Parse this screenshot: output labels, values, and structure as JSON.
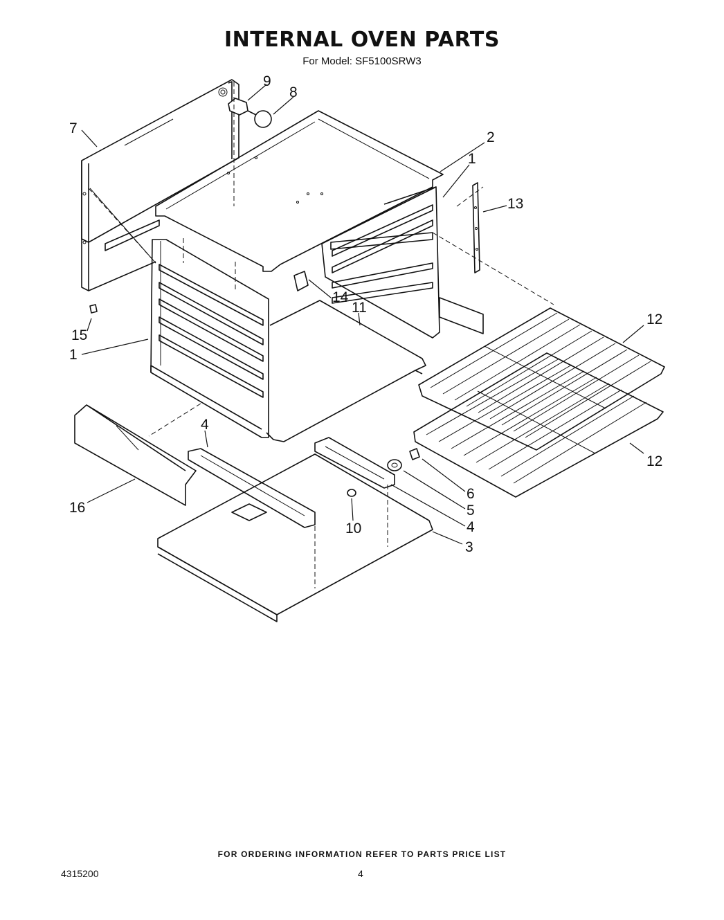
{
  "header": {
    "title": "INTERNAL OVEN PARTS",
    "subtitle": "For Model: SF5100SRW3"
  },
  "callouts": {
    "c1a": "1",
    "c1b": "1",
    "c2": "2",
    "c3": "3",
    "c4a": "4",
    "c4b": "4",
    "c5": "5",
    "c6": "6",
    "c7": "7",
    "c8": "8",
    "c9": "9",
    "c10": "10",
    "c11": "11",
    "c12a": "12",
    "c12b": "12",
    "c13": "13",
    "c14": "14",
    "c15": "15",
    "c16": "16"
  },
  "footer": {
    "note": "FOR ORDERING INFORMATION REFER TO PARTS PRICE LIST",
    "doc_number": "4315200",
    "page_number": "4"
  }
}
